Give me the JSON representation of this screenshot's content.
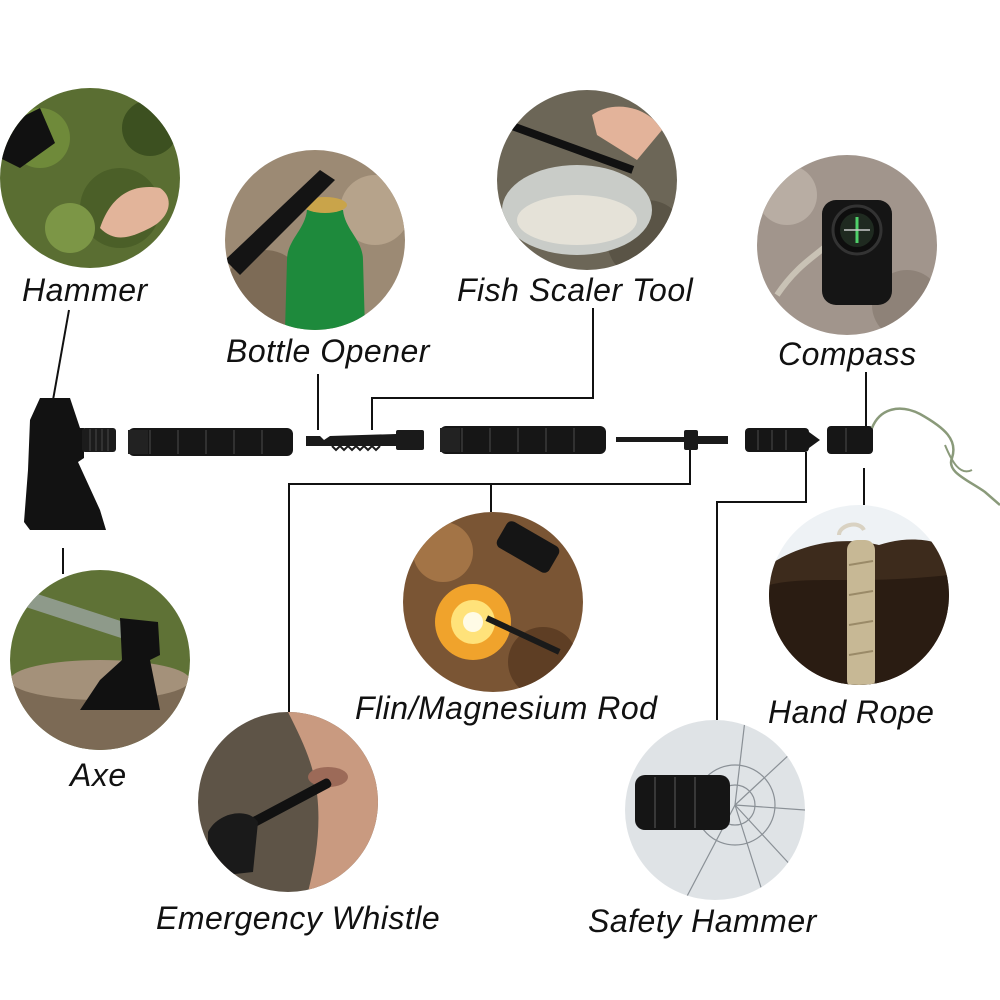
{
  "labels": {
    "hammer": "Hammer",
    "bottle_opener": "Bottle Opener",
    "fish_scaler": "Fish Scaler Tool",
    "compass": "Compass",
    "axe": "Axe",
    "flint_rod": "Flin/Magnesium Rod",
    "hand_rope": "Hand Rope",
    "emergency_whistle": "Emergency Whistle",
    "safety_hammer": "Safety Hammer"
  },
  "colors": {
    "tool_metal": "#1a1a1a",
    "leader_line": "#111111",
    "rope": "#8a9a7a"
  }
}
